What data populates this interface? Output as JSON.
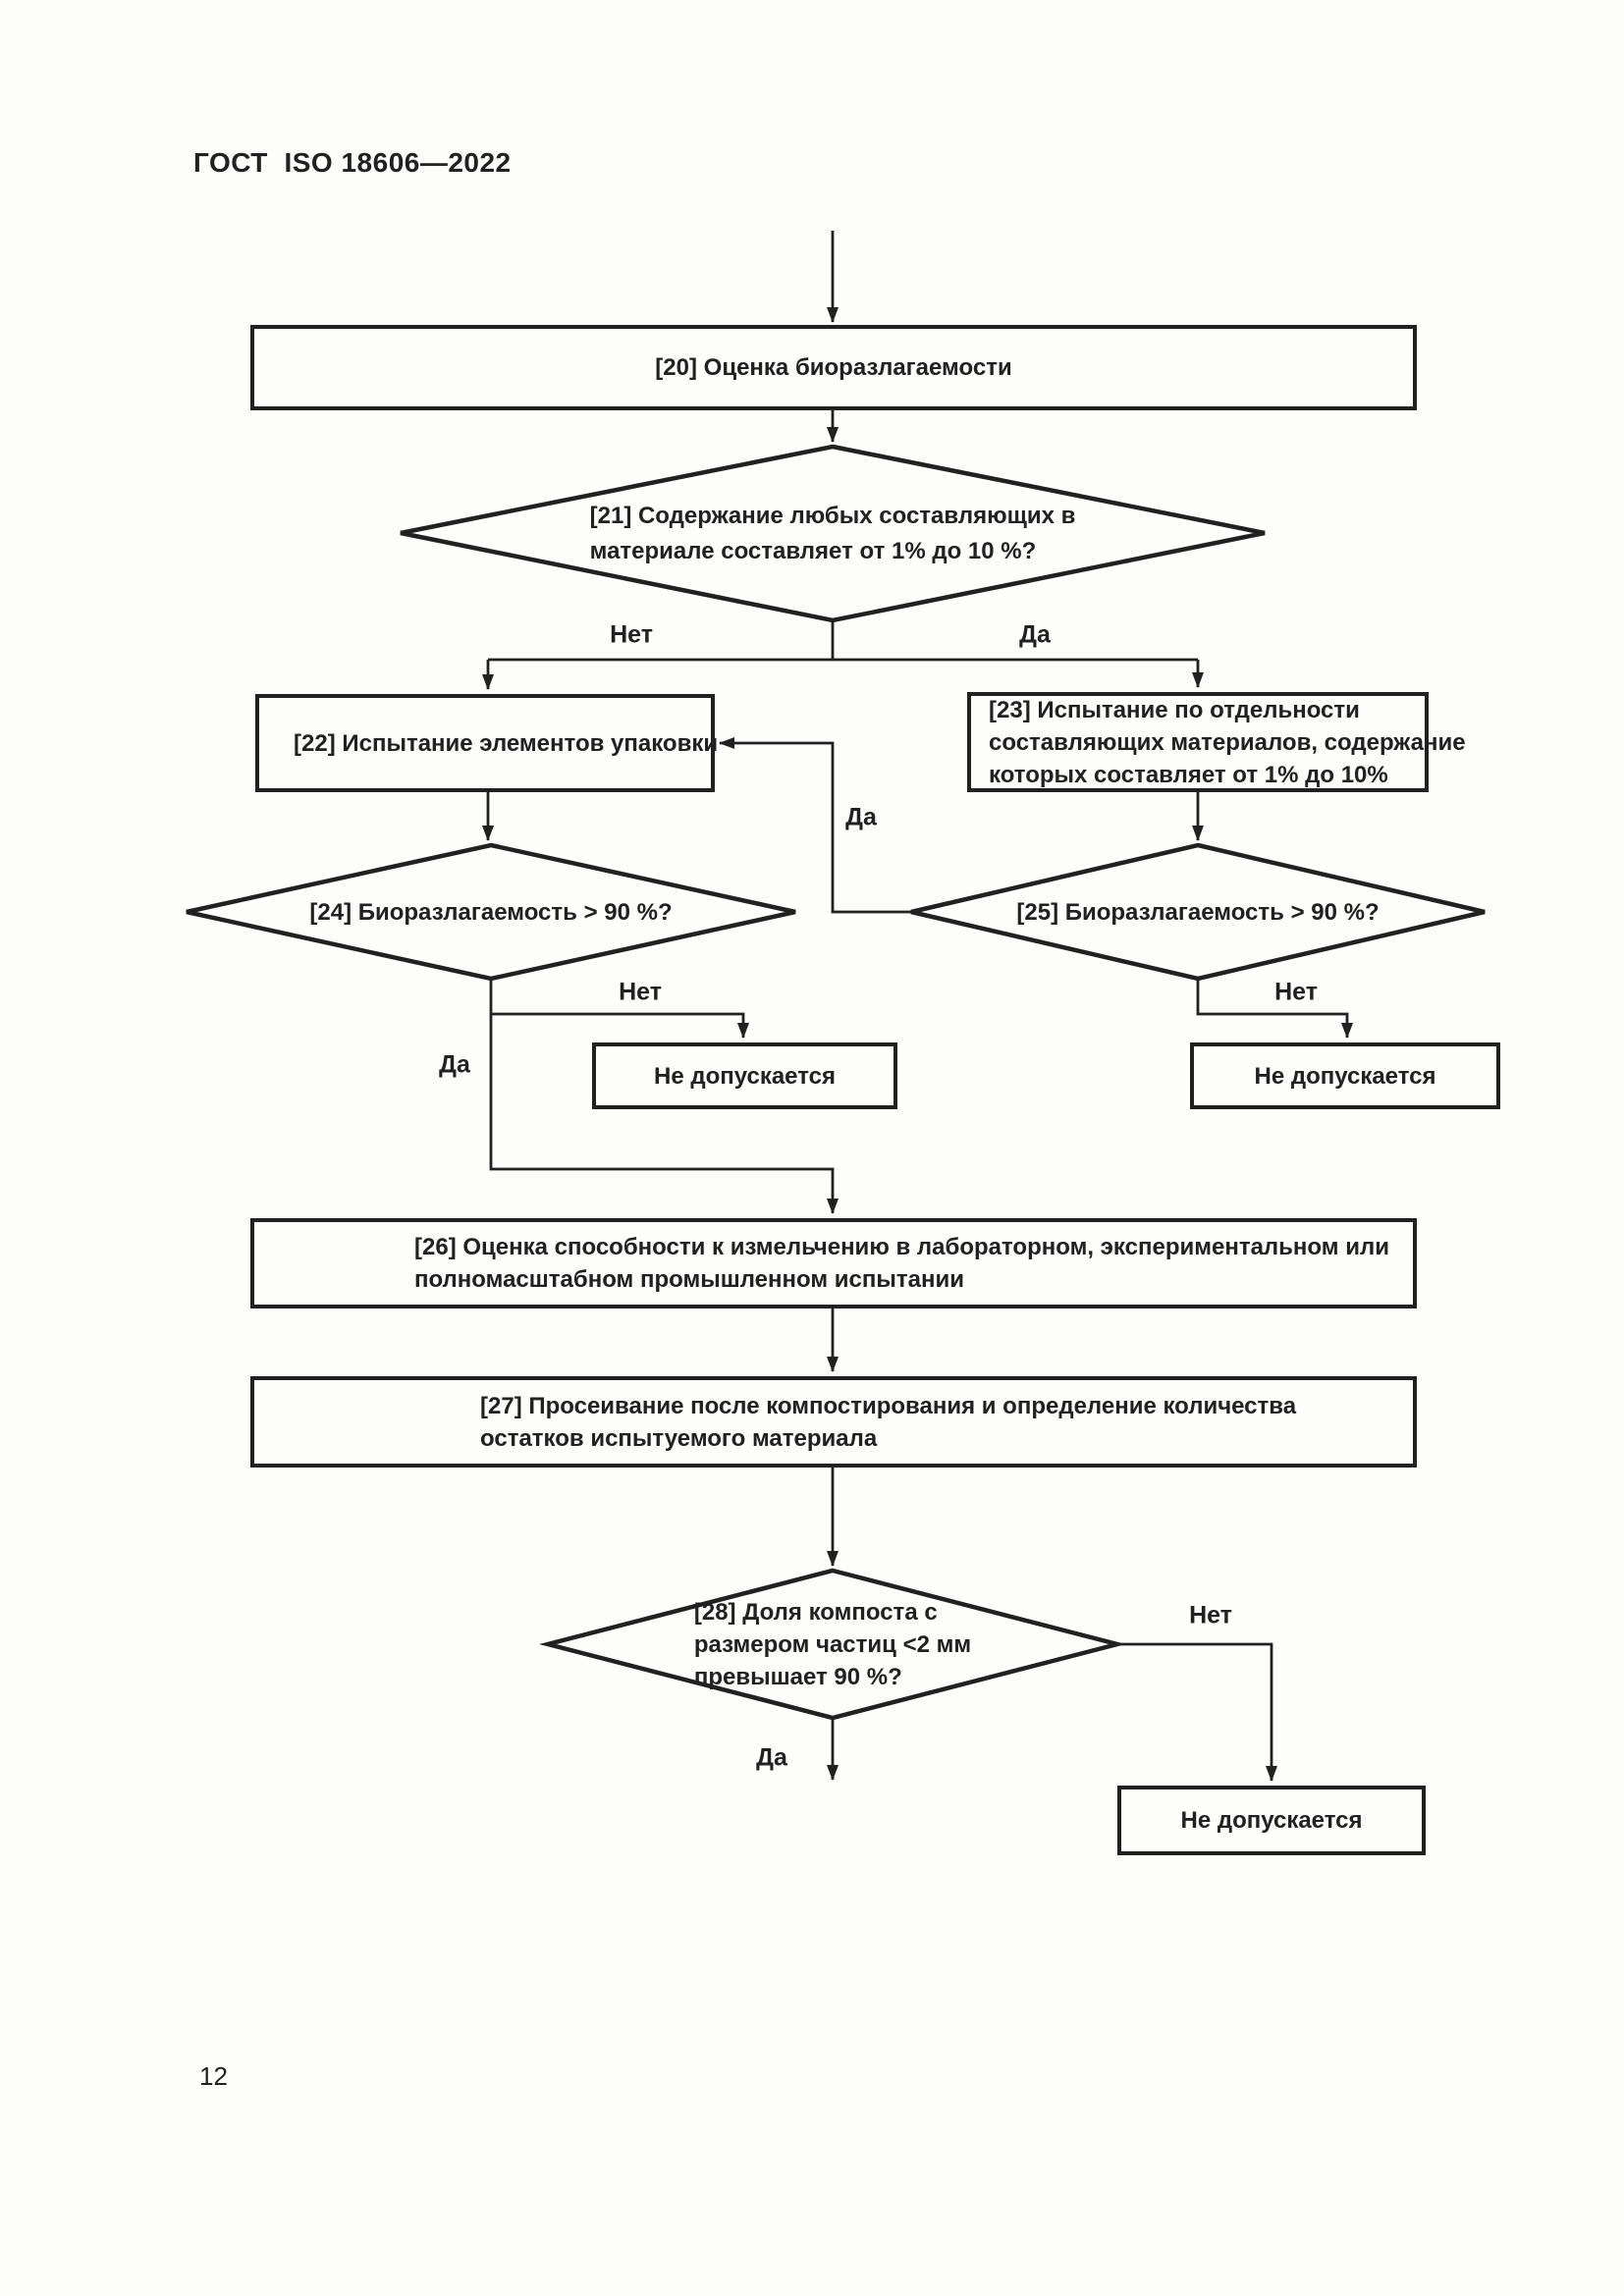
{
  "header": {
    "title": "ГОСТ  ISO 18606—2022"
  },
  "footer": {
    "page_number": "12"
  },
  "colors": {
    "ink": "#212121",
    "paper": "#fdfdfc"
  },
  "branch_labels": {
    "yes": "Да",
    "no": "Нет"
  },
  "flowchart": {
    "step20": {
      "label": "[20] Оценка биоразлагаемости"
    },
    "decision21": {
      "lines": [
        "[21] Содержание любых составляющих в",
        "материале составляет от 1% до 10 %?"
      ]
    },
    "step22": {
      "label": "[22] Испытание элементов упаковки"
    },
    "step23": {
      "lines": [
        "[23] Испытание по отдельности",
        "составляющих материалов, содержание",
        "которых составляет от 1% до 10%"
      ]
    },
    "decision24": {
      "label": "[24] Биоразлагаемость > 90 %?"
    },
    "decision25": {
      "label": "[25] Биоразлагаемость > 90 %?"
    },
    "not_allowed_left": {
      "label": "Не допускается"
    },
    "not_allowed_right": {
      "label": "Не допускается"
    },
    "step26": {
      "lines": [
        "[26] Оценка способности к измельчению в лабораторном, экспериментальном или",
        "полномасштабном промышленном испытании"
      ]
    },
    "step27": {
      "lines": [
        "[27] Просеивание после компостирования и определение количества",
        "остатков испытуемого материала"
      ]
    },
    "decision28": {
      "lines": [
        "[28] Доля компоста с",
        "размером частиц <2 мм",
        "превышает 90 %?"
      ]
    },
    "not_allowed_bottom": {
      "label": "Не допускается"
    }
  }
}
